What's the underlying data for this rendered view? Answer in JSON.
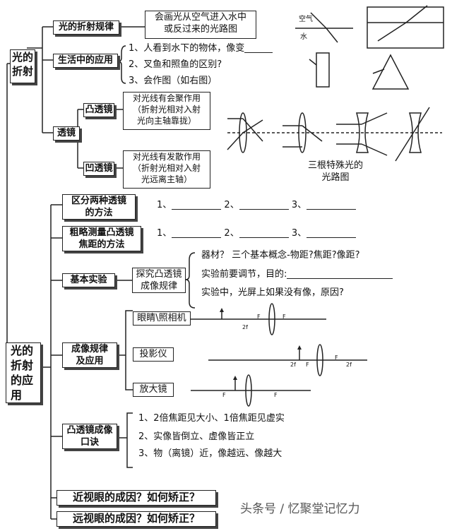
{
  "part1": {
    "root": "光的\n折射",
    "law": "光的折射规律",
    "law_note": "会画光从空气进入水中\n或反过来的光路图",
    "life": "生活中的应用",
    "life_items": [
      "1、人看到水下的物体，像变",
      "2、叉鱼和照鱼的区别?",
      "3、会作图（如右图）"
    ],
    "lens": "透镜",
    "convex": "凸透镜",
    "convex_note": "对光线有会聚作用\n（折射光相对入射\n光向主轴靠拢）",
    "concave": "凹透镜",
    "concave_note": "对光线有发散作用\n（折射光相对入射\n光远离主轴）",
    "special_rays": "三根特殊光的\n光路图",
    "air": "空气",
    "water": "水"
  },
  "part2": {
    "root": "光的\n折射\n的应\n用",
    "distinguish": "区分两种透镜\n的方法",
    "measure": "粗略测量凸透镜\n焦距的方法",
    "blank_nums": [
      "1、",
      "2、",
      "3、"
    ],
    "experiment": "基本实验",
    "explore": "探究凸透镜\n成像规律",
    "explore_items": [
      "器材？  三个基本概念-物距?焦距?像距?",
      "实验前要调节，目的:",
      "实验中，光屏上如果没有像，原因?"
    ],
    "imaging": "成像规律\n及应用",
    "camera": "眼睛\\照相机",
    "projector": "投影仪",
    "magnifier": "放大镜",
    "label_f": "F",
    "label_2f": "2f",
    "rhyme": "凸透镜成像\n口诀",
    "rhyme_items": [
      "1、2倍焦距见大小、1倍焦距见虚实",
      "2、实像皆倒立、虚像皆正立",
      "3、物（离镜）近，像越远、像越大"
    ],
    "myopia": "近视眼的成因？如何矫正？",
    "hyperopia": "远视眼的成因？如何矫正？"
  },
  "watermark": "头条号 / 忆聚堂记忆力"
}
